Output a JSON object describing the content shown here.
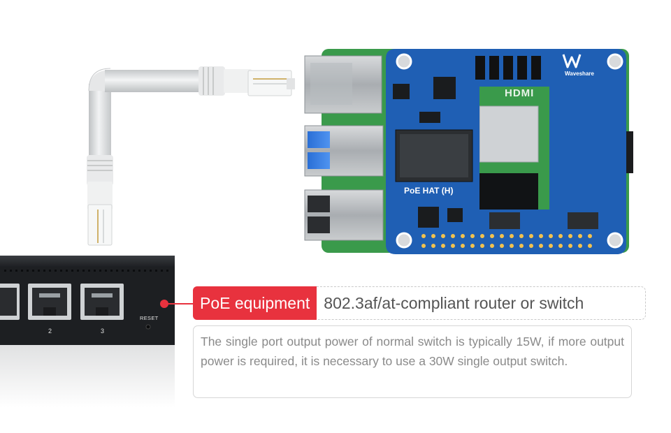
{
  "callout": {
    "tag": "PoE equipment",
    "subtitle": "802.3af/at-compliant router or switch",
    "description": "The single port output power of normal switch is typically 15W, if more output power is required, it is necessary to use a 30W single output switch."
  },
  "switch": {
    "port_numbers": [
      "2",
      "3"
    ],
    "reset_label": "RESET"
  },
  "board": {
    "hat_label": "PoE HAT (H)",
    "brand": "Waveshare",
    "hdmi_text": "HDMI"
  },
  "colors": {
    "accent": "#e8323e",
    "hat_blue": "#1f5fb4",
    "pi_green": "#3a9a4b",
    "switch_black": "#1d1f22"
  }
}
